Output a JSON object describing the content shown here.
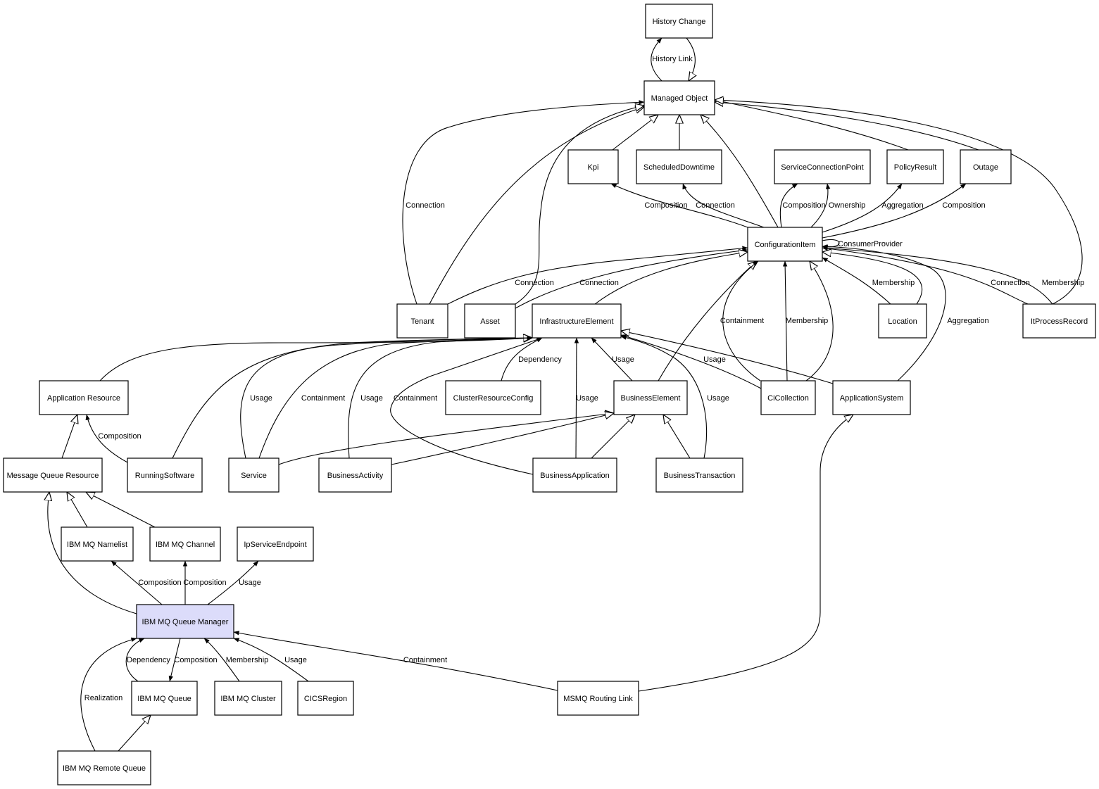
{
  "title": "IBM MQ Queue Manager class relationships",
  "colors": {
    "highlight_fill": "#dcdcfa",
    "node_stroke": "#000000",
    "background": "#ffffff"
  },
  "nodes": [
    {
      "id": "history_change",
      "label": "History Change"
    },
    {
      "id": "managed_object",
      "label": "Managed Object"
    },
    {
      "id": "kpi",
      "label": "Kpi"
    },
    {
      "id": "scheduled_downtime",
      "label": "ScheduledDowntime"
    },
    {
      "id": "service_connection_point",
      "label": "ServiceConnectionPoint"
    },
    {
      "id": "policy_result",
      "label": "PolicyResult"
    },
    {
      "id": "outage",
      "label": "Outage"
    },
    {
      "id": "configuration_item",
      "label": "ConfigurationItem"
    },
    {
      "id": "tenant",
      "label": "Tenant"
    },
    {
      "id": "asset",
      "label": "Asset"
    },
    {
      "id": "infrastructure_element",
      "label": "InfrastructureElement"
    },
    {
      "id": "location",
      "label": "Location"
    },
    {
      "id": "it_process_record",
      "label": "ItProcessRecord"
    },
    {
      "id": "application_resource",
      "label": "Application Resource"
    },
    {
      "id": "cluster_resource_config",
      "label": "ClusterResourceConfig"
    },
    {
      "id": "business_element",
      "label": "BusinessElement"
    },
    {
      "id": "ci_collection",
      "label": "CiCollection"
    },
    {
      "id": "application_system",
      "label": "ApplicationSystem"
    },
    {
      "id": "message_queue_resource",
      "label": "Message Queue Resource"
    },
    {
      "id": "running_software",
      "label": "RunningSoftware"
    },
    {
      "id": "service",
      "label": "Service"
    },
    {
      "id": "business_activity",
      "label": "BusinessActivity"
    },
    {
      "id": "business_application",
      "label": "BusinessApplication"
    },
    {
      "id": "business_transaction",
      "label": "BusinessTransaction"
    },
    {
      "id": "ibm_mq_namelist",
      "label": "IBM MQ Namelist"
    },
    {
      "id": "ibm_mq_channel",
      "label": "IBM MQ Channel"
    },
    {
      "id": "ip_service_endpoint",
      "label": "IpServiceEndpoint"
    },
    {
      "id": "ibm_mq_queue_manager",
      "label": "IBM MQ Queue Manager",
      "highlighted": true
    },
    {
      "id": "ibm_mq_queue",
      "label": "IBM MQ Queue"
    },
    {
      "id": "ibm_mq_cluster",
      "label": "IBM MQ Cluster"
    },
    {
      "id": "cics_region",
      "label": "CICSRegion"
    },
    {
      "id": "msmq_routing_link",
      "label": "MSMQ Routing Link"
    },
    {
      "id": "ibm_mq_remote_queue",
      "label": "IBM MQ Remote Queue"
    }
  ],
  "edges": [
    {
      "from": "managed_object",
      "to": "history_change",
      "label": "History Link",
      "type": "association"
    },
    {
      "from": "history_change",
      "to": "managed_object",
      "label": "",
      "type": "inheritance"
    },
    {
      "from": "kpi",
      "to": "managed_object",
      "label": "",
      "type": "inheritance"
    },
    {
      "from": "scheduled_downtime",
      "to": "managed_object",
      "label": "",
      "type": "inheritance"
    },
    {
      "from": "configuration_item",
      "to": "managed_object",
      "label": "",
      "type": "inheritance"
    },
    {
      "from": "policy_result",
      "to": "managed_object",
      "label": "",
      "type": "inheritance"
    },
    {
      "from": "outage",
      "to": "managed_object",
      "label": "",
      "type": "inheritance"
    },
    {
      "from": "it_process_record",
      "to": "managed_object",
      "label": "",
      "type": "inheritance"
    },
    {
      "from": "tenant",
      "to": "managed_object",
      "label": "Connection",
      "type": "association"
    },
    {
      "from": "tenant",
      "to": "managed_object",
      "label": "",
      "type": "inheritance"
    },
    {
      "from": "asset",
      "to": "managed_object",
      "label": "",
      "type": "inheritance"
    },
    {
      "from": "configuration_item",
      "to": "kpi",
      "label": "Composition",
      "type": "association"
    },
    {
      "from": "configuration_item",
      "to": "scheduled_downtime",
      "label": "Connection",
      "type": "association"
    },
    {
      "from": "configuration_item",
      "to": "service_connection_point",
      "label": "Composition",
      "type": "association"
    },
    {
      "from": "configuration_item",
      "to": "service_connection_point",
      "label": "Ownership",
      "type": "association"
    },
    {
      "from": "configuration_item",
      "to": "policy_result",
      "label": "Aggregation",
      "type": "association"
    },
    {
      "from": "configuration_item",
      "to": "outage",
      "label": "Composition",
      "type": "association"
    },
    {
      "from": "configuration_item",
      "to": "configuration_item",
      "label": "ConsumerProvider",
      "type": "association"
    },
    {
      "from": "tenant",
      "to": "configuration_item",
      "label": "Connection",
      "type": "association"
    },
    {
      "from": "asset",
      "to": "configuration_item",
      "label": "Connection",
      "type": "association"
    },
    {
      "from": "infrastructure_element",
      "to": "configuration_item",
      "label": "",
      "type": "inheritance"
    },
    {
      "from": "business_element",
      "to": "configuration_item",
      "label": "",
      "type": "inheritance"
    },
    {
      "from": "ci_collection",
      "to": "configuration_item",
      "label": "Containment",
      "type": "association"
    },
    {
      "from": "ci_collection",
      "to": "configuration_item",
      "label": "Membership",
      "type": "association"
    },
    {
      "from": "ci_collection",
      "to": "configuration_item",
      "label": "",
      "type": "inheritance"
    },
    {
      "from": "location",
      "to": "configuration_item",
      "label": "Membership",
      "type": "association"
    },
    {
      "from": "location",
      "to": "configuration_item",
      "label": "",
      "type": "inheritance"
    },
    {
      "from": "application_system",
      "to": "configuration_item",
      "label": "Aggregation",
      "type": "association"
    },
    {
      "from": "it_process_record",
      "to": "configuration_item",
      "label": "Connection",
      "type": "association"
    },
    {
      "from": "it_process_record",
      "to": "configuration_item",
      "label": "Membership",
      "type": "association"
    },
    {
      "from": "application_resource",
      "to": "infrastructure_element",
      "label": "",
      "type": "inheritance"
    },
    {
      "from": "running_software",
      "to": "infrastructure_element",
      "label": "",
      "type": "inheritance"
    },
    {
      "from": "service",
      "to": "infrastructure_element",
      "label": "Usage",
      "type": "association"
    },
    {
      "from": "service",
      "to": "infrastructure_element",
      "label": "Containment",
      "type": "association"
    },
    {
      "from": "business_activity",
      "to": "infrastructure_element",
      "label": "Usage",
      "type": "association"
    },
    {
      "from": "business_application",
      "to": "infrastructure_element",
      "label": "Containment",
      "type": "association"
    },
    {
      "from": "cluster_resource_config",
      "to": "infrastructure_element",
      "label": "Dependency",
      "type": "association"
    },
    {
      "from": "business_application",
      "to": "infrastructure_element",
      "label": "Usage",
      "type": "association"
    },
    {
      "from": "business_element",
      "to": "infrastructure_element",
      "label": "Usage",
      "type": "association"
    },
    {
      "from": "ci_collection",
      "to": "infrastructure_element",
      "label": "Usage",
      "type": "association"
    },
    {
      "from": "business_transaction",
      "to": "infrastructure_element",
      "label": "Usage",
      "type": "association"
    },
    {
      "from": "application_system",
      "to": "infrastructure_element",
      "label": "",
      "type": "inheritance"
    },
    {
      "from": "service",
      "to": "business_element",
      "label": "",
      "type": "inheritance"
    },
    {
      "from": "business_activity",
      "to": "business_element",
      "label": "",
      "type": "inheritance"
    },
    {
      "from": "business_application",
      "to": "business_element",
      "label": "",
      "type": "inheritance"
    },
    {
      "from": "business_transaction",
      "to": "business_element",
      "label": "",
      "type": "inheritance"
    },
    {
      "from": "message_queue_resource",
      "to": "application_resource",
      "label": "",
      "type": "inheritance"
    },
    {
      "from": "running_software",
      "to": "application_resource",
      "label": "Composition",
      "type": "association"
    },
    {
      "from": "ibm_mq_queue_manager",
      "to": "message_queue_resource",
      "label": "",
      "type": "inheritance"
    },
    {
      "from": "ibm_mq_namelist",
      "to": "message_queue_resource",
      "label": "",
      "type": "inheritance"
    },
    {
      "from": "ibm_mq_channel",
      "to": "message_queue_resource",
      "label": "",
      "type": "inheritance"
    },
    {
      "from": "ibm_mq_queue_manager",
      "to": "ibm_mq_namelist",
      "label": "Composition",
      "type": "association"
    },
    {
      "from": "ibm_mq_queue_manager",
      "to": "ibm_mq_channel",
      "label": "Composition",
      "type": "association"
    },
    {
      "from": "ibm_mq_queue_manager",
      "to": "ip_service_endpoint",
      "label": "Usage",
      "type": "association"
    },
    {
      "from": "ibm_mq_queue",
      "to": "ibm_mq_queue_manager",
      "label": "Dependency",
      "type": "association"
    },
    {
      "from": "ibm_mq_queue_manager",
      "to": "ibm_mq_queue",
      "label": "Composition",
      "type": "association"
    },
    {
      "from": "ibm_mq_cluster",
      "to": "ibm_mq_queue_manager",
      "label": "Membership",
      "type": "association"
    },
    {
      "from": "cics_region",
      "to": "ibm_mq_queue_manager",
      "label": "Usage",
      "type": "association"
    },
    {
      "from": "msmq_routing_link",
      "to": "ibm_mq_queue_manager",
      "label": "Containment",
      "type": "association"
    },
    {
      "from": "msmq_routing_link",
      "to": "application_system",
      "label": "",
      "type": "inheritance"
    },
    {
      "from": "ibm_mq_remote_queue",
      "to": "ibm_mq_queue_manager",
      "label": "Realization",
      "type": "association"
    },
    {
      "from": "ibm_mq_remote_queue",
      "to": "ibm_mq_queue",
      "label": "",
      "type": "inheritance"
    }
  ]
}
